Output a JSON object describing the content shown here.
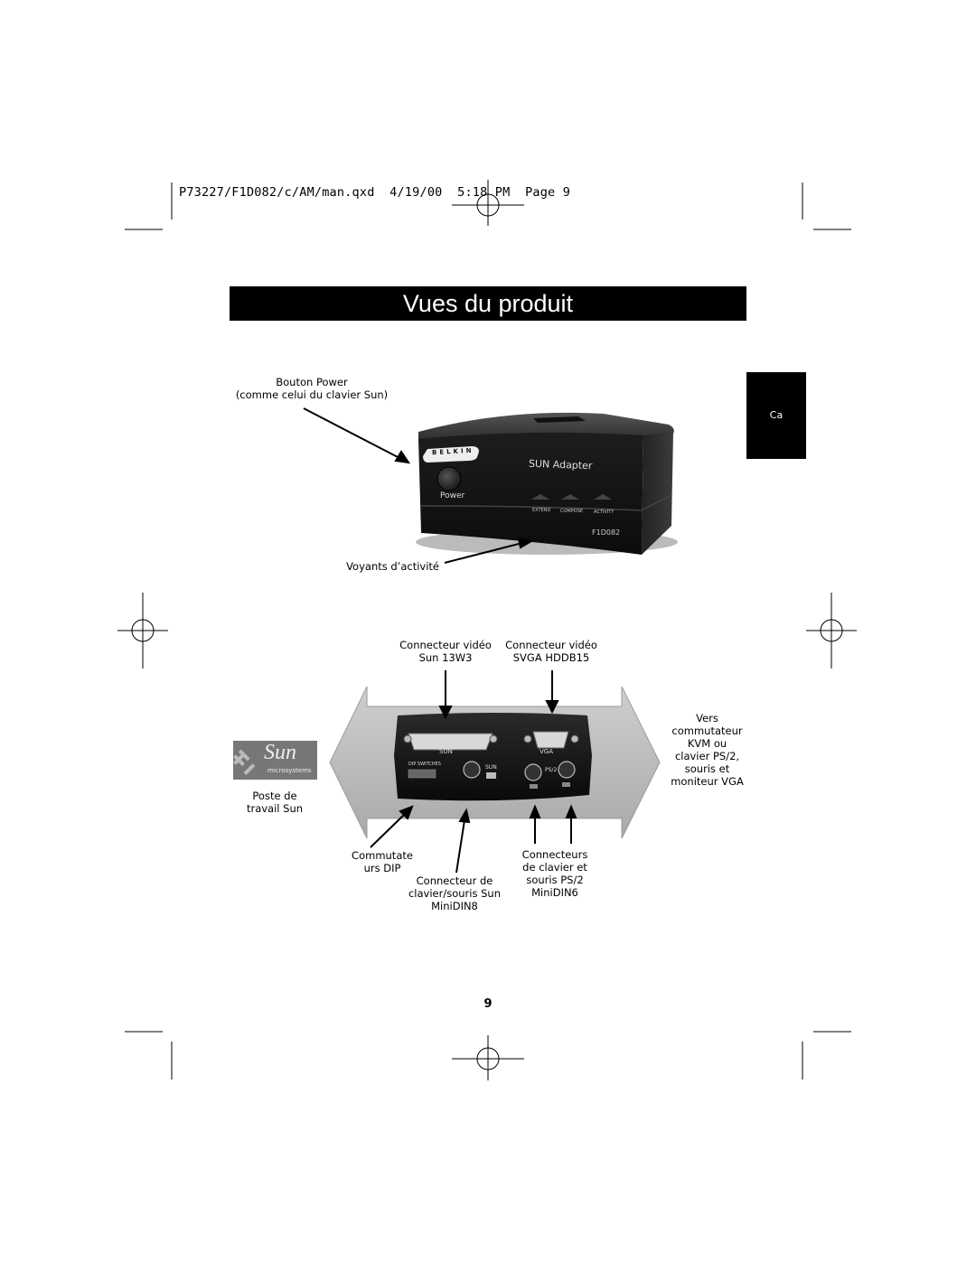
{
  "header": {
    "file_slug": "P73227/F1D082/c/AM/man.qxd  4/19/00  5:18 PM  Page 9"
  },
  "title": "Vues du produit",
  "side_tab": "Ca",
  "front_view": {
    "power_label_line1": "Bouton Power",
    "power_label_line2": "(comme celui du clavier Sun)",
    "leds_label": "Voyants d’activité",
    "device": {
      "brand": "BELKIN",
      "name": "SUN Adapter",
      "power": "Power",
      "leds": [
        "EXTEND",
        "COMPOSE",
        "ACTIVITY"
      ],
      "model": "F1D082"
    }
  },
  "rear_view": {
    "sun_video_line1": "Connecteur vidéo",
    "sun_video_line2": "Sun 13W3",
    "vga_video_line1": "Connecteur vidéo",
    "vga_video_line2": "SVGA HDDB15",
    "to_kvm": [
      "Vers",
      "commutateur",
      "KVM ou",
      "clavier PS/2,",
      "souris et",
      "moniteur VGA"
    ],
    "workstation": [
      "Poste de",
      "travail Sun"
    ],
    "dip_label": [
      "Commutate",
      "urs DIP"
    ],
    "sun_kbd": [
      "Connecteur de",
      "clavier/souris Sun",
      "MiniDIN8"
    ],
    "ps2": [
      "Connecteurs",
      "de clavier et",
      "souris PS/2",
      "MiniDIN6"
    ],
    "device_labels": {
      "sun_port": "SUN",
      "vga_port": "VGA",
      "dip": "DIP SWITCHES",
      "sun_mini": "SUN",
      "ps2": "PS/2"
    },
    "sun_logo": {
      "word": "Sun",
      "sub": "microsystems"
    }
  },
  "page_number": "9"
}
